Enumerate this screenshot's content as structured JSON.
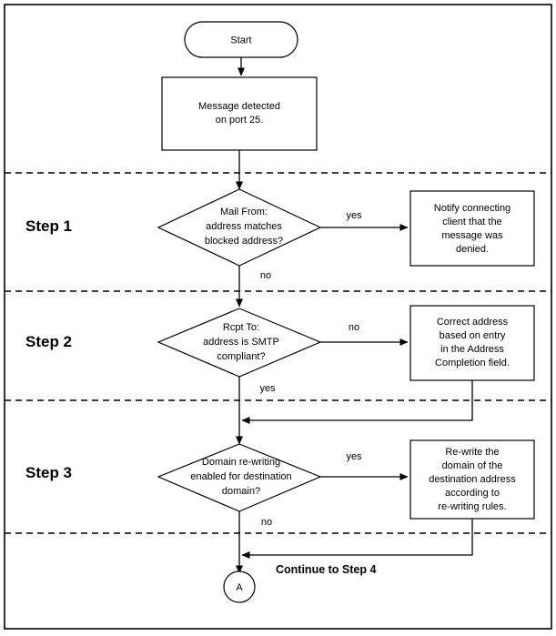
{
  "diagram": {
    "title": "SMTP message processing flowchart",
    "background_color": "#ffffff",
    "line_color": "#000000",
    "sections": [
      {
        "id": "step1",
        "label": "Step 1"
      },
      {
        "id": "step2",
        "label": "Step 2"
      },
      {
        "id": "step3",
        "label": "Step 3"
      }
    ],
    "nodes": {
      "start": {
        "type": "terminator",
        "label": "Start"
      },
      "message_detected": {
        "type": "process",
        "lines": [
          "Message detected",
          "on port 25."
        ]
      },
      "decision_mail_from": {
        "type": "decision",
        "lines": [
          "Mail From:",
          "address  matches",
          "blocked address?"
        ]
      },
      "notify_client": {
        "type": "process",
        "lines": [
          "Notify connecting",
          "client that the",
          "message was",
          "denied."
        ]
      },
      "decision_rcpt_to": {
        "type": "decision",
        "lines": [
          "Rcpt To:",
          "address  is SMTP",
          "compliant?"
        ]
      },
      "correct_address": {
        "type": "process",
        "lines": [
          "Correct address",
          "based on entry",
          "in the Address",
          "Completion field."
        ]
      },
      "decision_domain_rewrite": {
        "type": "decision",
        "lines": [
          "Domain re-writing",
          "enabled for destination",
          "domain?"
        ]
      },
      "rewrite_domain": {
        "type": "process",
        "lines": [
          "Re-write the",
          "domain of the",
          "destination address",
          "according to",
          "re-writing rules."
        ]
      },
      "offpage_a": {
        "type": "connector",
        "label": "A"
      }
    },
    "edge_labels": {
      "mail_from_yes": "yes",
      "mail_from_no": "no",
      "rcpt_to_no": "no",
      "rcpt_to_yes": "yes",
      "domain_yes": "yes",
      "domain_no": "no"
    },
    "annotations": {
      "continue": "Continue to Step 4"
    }
  }
}
